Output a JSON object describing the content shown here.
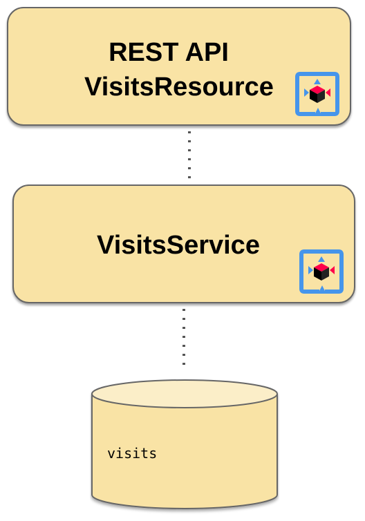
{
  "resource_box": {
    "title_line1": "REST API",
    "title_line2": "VisitsResource",
    "icon": "quarkus-icon"
  },
  "service_box": {
    "title": "VisitsService",
    "icon": "quarkus-icon"
  },
  "database": {
    "label": "visits"
  },
  "colors": {
    "box_fill": "#f9e3a5",
    "box_border": "#666666",
    "db_top": "#fbeec8",
    "icon_blue": "#4695eb",
    "icon_red": "#ff004a",
    "icon_black": "#000000"
  }
}
